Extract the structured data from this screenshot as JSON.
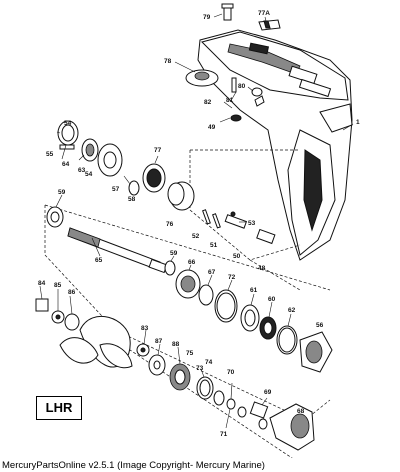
{
  "badge": "LHR",
  "caption": "MercuryPartsOnline v2.5.1 (Image Copyright- Mercury Marine)",
  "parts": [
    {
      "key": "p79",
      "text": "79"
    },
    {
      "key": "p77A",
      "text": "77A"
    },
    {
      "key": "p78",
      "text": "78"
    },
    {
      "key": "p80",
      "text": "80"
    },
    {
      "key": "p82",
      "text": "82"
    },
    {
      "key": "p81",
      "text": "81"
    },
    {
      "key": "p49",
      "text": "49"
    },
    {
      "key": "p1",
      "text": "1"
    },
    {
      "key": "p54a",
      "text": "54"
    },
    {
      "key": "p55",
      "text": "55"
    },
    {
      "key": "p64",
      "text": "64"
    },
    {
      "key": "p63",
      "text": "63"
    },
    {
      "key": "p54b",
      "text": "54"
    },
    {
      "key": "p57",
      "text": "57"
    },
    {
      "key": "p58",
      "text": "58"
    },
    {
      "key": "p77",
      "text": "77"
    },
    {
      "key": "p76",
      "text": "76"
    },
    {
      "key": "p59a",
      "text": "59"
    },
    {
      "key": "p53",
      "text": "53"
    },
    {
      "key": "p52",
      "text": "52"
    },
    {
      "key": "p51",
      "text": "51"
    },
    {
      "key": "p50",
      "text": "50"
    },
    {
      "key": "p48",
      "text": "48"
    },
    {
      "key": "p65",
      "text": "65"
    },
    {
      "key": "p59b",
      "text": "59"
    },
    {
      "key": "p66",
      "text": "66"
    },
    {
      "key": "p67",
      "text": "67"
    },
    {
      "key": "p72",
      "text": "72"
    },
    {
      "key": "p84",
      "text": "84"
    },
    {
      "key": "p85",
      "text": "85"
    },
    {
      "key": "p86",
      "text": "86"
    },
    {
      "key": "p61",
      "text": "61"
    },
    {
      "key": "p60",
      "text": "60"
    },
    {
      "key": "p62",
      "text": "62"
    },
    {
      "key": "p56",
      "text": "56"
    },
    {
      "key": "p83",
      "text": "83"
    },
    {
      "key": "p87",
      "text": "87"
    },
    {
      "key": "p88",
      "text": "88"
    },
    {
      "key": "p75",
      "text": "75"
    },
    {
      "key": "p74",
      "text": "74"
    },
    {
      "key": "p73",
      "text": "73"
    },
    {
      "key": "p70",
      "text": "70"
    },
    {
      "key": "p69",
      "text": "69"
    },
    {
      "key": "p68",
      "text": "68"
    },
    {
      "key": "p71",
      "text": "71"
    }
  ]
}
